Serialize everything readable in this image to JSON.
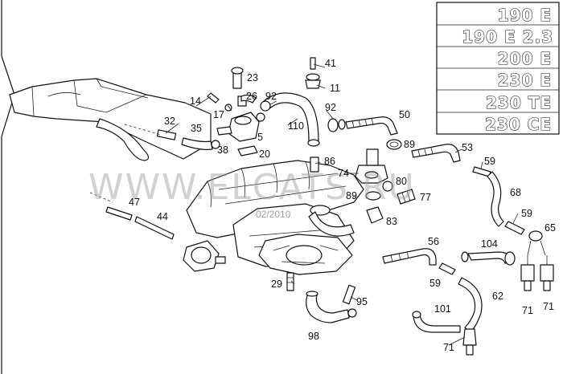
{
  "model_badges": [
    "190 E",
    "190 E 2.3",
    "200 E",
    "230 E",
    "230 TE",
    "230 CE"
  ],
  "part_labels": [
    {
      "id": "41",
      "text": "41"
    },
    {
      "id": "23",
      "text": "23"
    },
    {
      "id": "11",
      "text": "11"
    },
    {
      "id": "14",
      "text": "14"
    },
    {
      "id": "26",
      "text": "26"
    },
    {
      "id": "92a",
      "text": "92"
    },
    {
      "id": "92b",
      "text": "92"
    },
    {
      "id": "17",
      "text": "17"
    },
    {
      "id": "50",
      "text": "50"
    },
    {
      "id": "32",
      "text": "32"
    },
    {
      "id": "110",
      "text": "110"
    },
    {
      "id": "35",
      "text": "35"
    },
    {
      "id": "5",
      "text": "5"
    },
    {
      "id": "89a",
      "text": "89"
    },
    {
      "id": "38",
      "text": "38"
    },
    {
      "id": "20",
      "text": "20"
    },
    {
      "id": "53",
      "text": "53"
    },
    {
      "id": "86",
      "text": "86"
    },
    {
      "id": "59a",
      "text": "59"
    },
    {
      "id": "74",
      "text": "74"
    },
    {
      "id": "80",
      "text": "80"
    },
    {
      "id": "68",
      "text": "68"
    },
    {
      "id": "89b",
      "text": "89"
    },
    {
      "id": "77",
      "text": "77"
    },
    {
      "id": "47",
      "text": "47"
    },
    {
      "id": "59b",
      "text": "59"
    },
    {
      "id": "44",
      "text": "44"
    },
    {
      "id": "83",
      "text": "83"
    },
    {
      "id": "65",
      "text": "65"
    },
    {
      "id": "56",
      "text": "56"
    },
    {
      "id": "104",
      "text": "104"
    },
    {
      "id": "29",
      "text": "29"
    },
    {
      "id": "59c",
      "text": "59"
    },
    {
      "id": "95",
      "text": "95"
    },
    {
      "id": "62",
      "text": "62"
    },
    {
      "id": "101",
      "text": "101"
    },
    {
      "id": "71a",
      "text": "71"
    },
    {
      "id": "71b",
      "text": "71"
    },
    {
      "id": "98",
      "text": "98"
    },
    {
      "id": "71c",
      "text": "71"
    }
  ],
  "watermark": {
    "text": "WWW.ELCATS.RU",
    "date": "02/2010"
  },
  "colors": {
    "ink": "#111111",
    "background": "#ffffff",
    "watermark": "#9a9a9a"
  }
}
